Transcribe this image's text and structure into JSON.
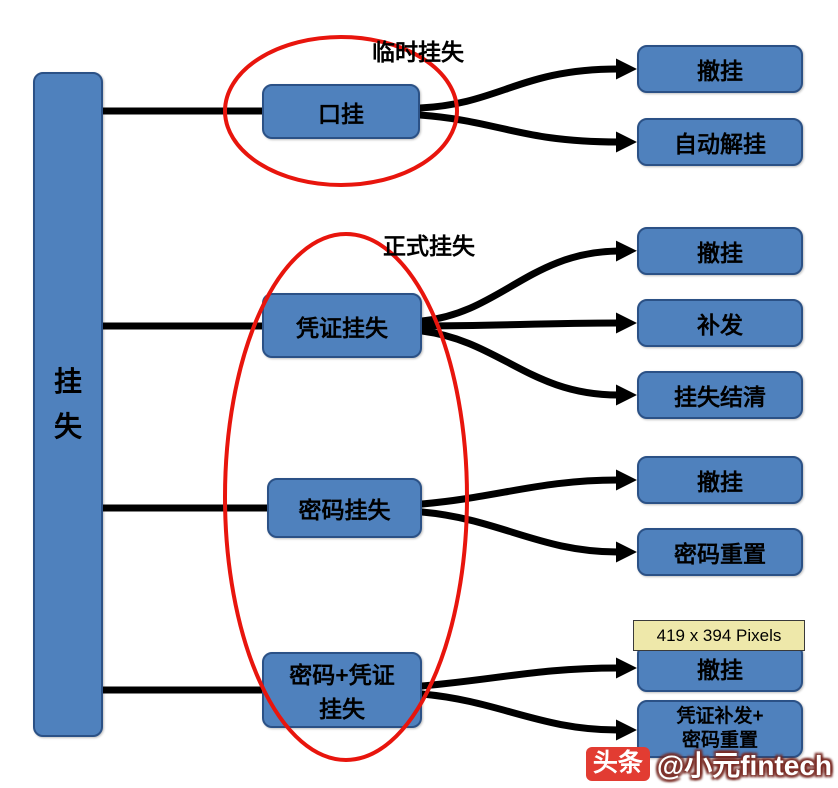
{
  "palette": {
    "node_fill": "#4f81bd",
    "node_border": "#2b5186",
    "connector": "#000000",
    "ellipse_red": "#e8150d",
    "tooltip_bg": "#eee8aa",
    "watermark_red": "#e23c32"
  },
  "root": {
    "label": "挂失"
  },
  "labels": {
    "temporary": "临时挂失",
    "formal": "正式挂失"
  },
  "mid": [
    {
      "label": "口挂"
    },
    {
      "label": "凭证挂失"
    },
    {
      "label": "密码挂失"
    },
    {
      "line1": "密码+凭证",
      "line2": "挂失"
    }
  ],
  "right": [
    {
      "label": "撤挂"
    },
    {
      "label": "自动解挂"
    },
    {
      "label": "撤挂"
    },
    {
      "label": "补发"
    },
    {
      "label": "挂失结清"
    },
    {
      "label": "撤挂"
    },
    {
      "label": "密码重置"
    },
    {
      "label": "撤挂"
    },
    {
      "line1": "凭证补发+",
      "line2": "密码重置"
    }
  ],
  "tooltip": {
    "text": "419 x 394 Pixels"
  },
  "watermark": {
    "badge": "头条",
    "handle": "@小元fintech"
  }
}
